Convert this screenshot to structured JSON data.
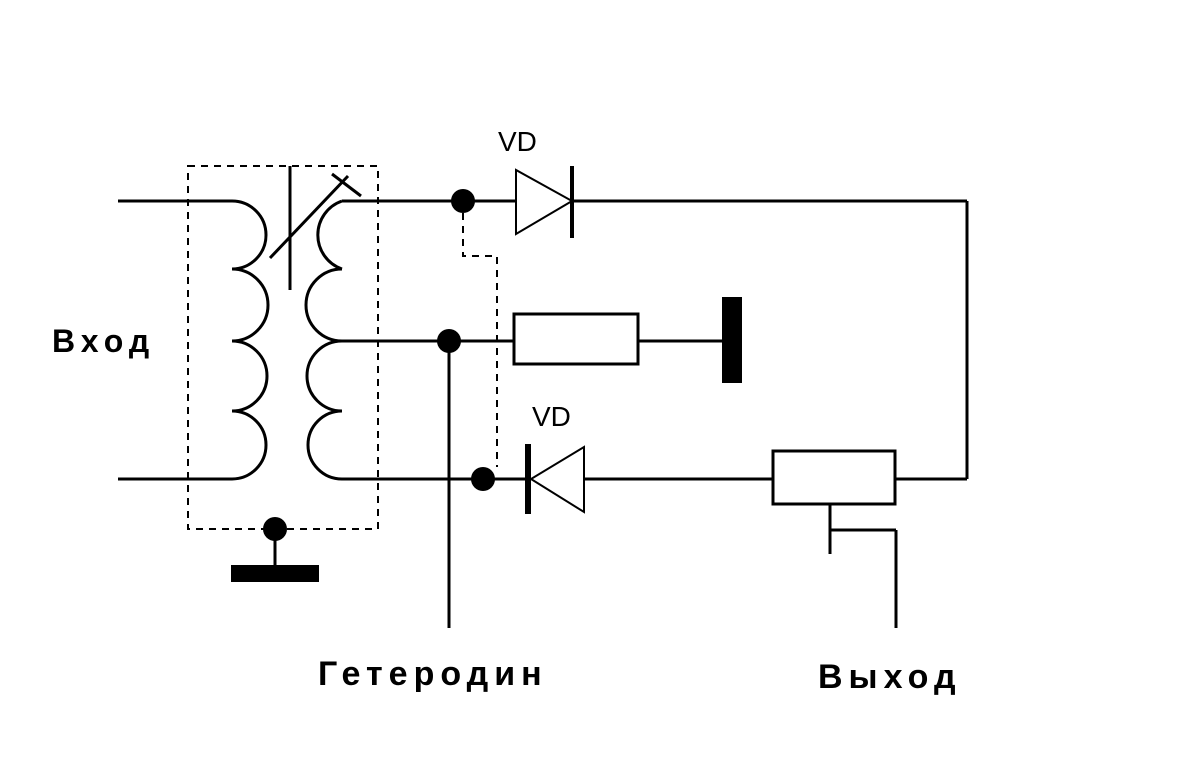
{
  "labels": {
    "input": "Вход",
    "local_oscillator": "Гетеродин",
    "output": "Выход",
    "diode_top": "VD",
    "diode_bottom": "VD"
  },
  "colors": {
    "line": "#000000",
    "background": "#ffffff"
  }
}
